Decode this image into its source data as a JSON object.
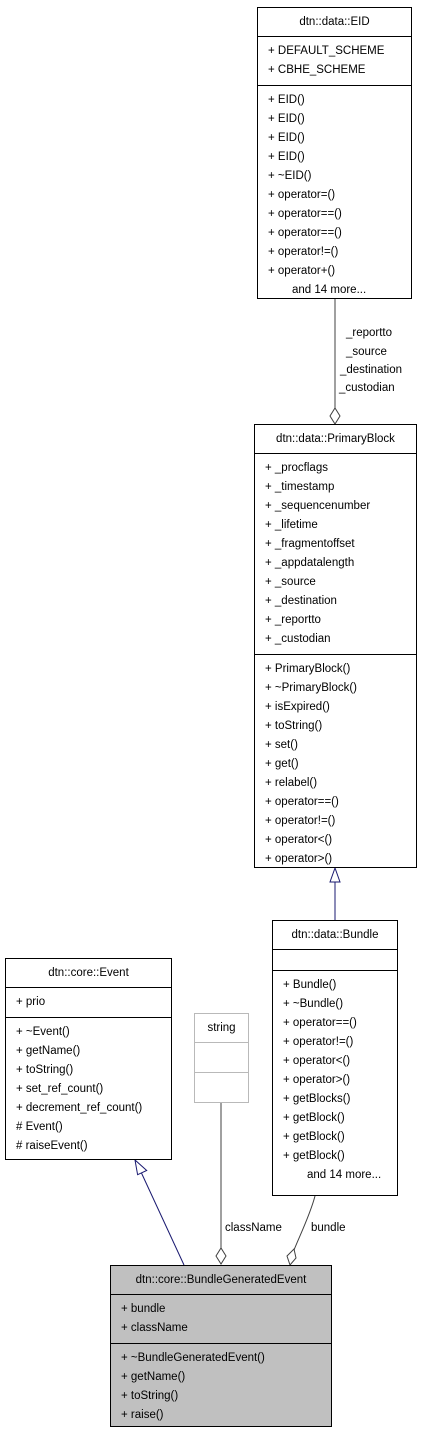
{
  "diagram": {
    "classes": {
      "eid": {
        "title": "dtn::data::EID",
        "attributes": [
          "+ DEFAULT_SCHEME",
          "+ CBHE_SCHEME"
        ],
        "methods": [
          "+ EID()",
          "+ EID()",
          "+ EID()",
          "+ EID()",
          "+ ~EID()",
          "+ operator=()",
          "+ operator==()",
          "+ operator==()",
          "+ operator!=()",
          "+ operator+()"
        ],
        "more": "and 14 more..."
      },
      "primaryblock": {
        "title": "dtn::data::PrimaryBlock",
        "attributes": [
          "+ _procflags",
          "+ _timestamp",
          "+ _sequencenumber",
          "+ _lifetime",
          "+ _fragmentoffset",
          "+ _appdatalength",
          "+ _source",
          "+ _destination",
          "+ _reportto",
          "+ _custodian"
        ],
        "methods": [
          "+ PrimaryBlock()",
          "+ ~PrimaryBlock()",
          "+ isExpired()",
          "+ toString()",
          "+ set()",
          "+ get()",
          "+ relabel()",
          "+ operator==()",
          "+ operator!=()",
          "+ operator<()",
          "+ operator>()"
        ]
      },
      "bundle": {
        "title": "dtn::data::Bundle",
        "methods": [
          "+ Bundle()",
          "+ ~Bundle()",
          "+ operator==()",
          "+ operator!=()",
          "+ operator<()",
          "+ operator>()",
          "+ getBlocks()",
          "+ getBlock()",
          "+ getBlock()",
          "+ getBlock()"
        ],
        "more": "and 14 more..."
      },
      "event": {
        "title": "dtn::core::Event",
        "attributes": [
          "+ prio"
        ],
        "methods": [
          "+ ~Event()",
          "+ getName()",
          "+ toString()",
          "+ set_ref_count()",
          "+ decrement_ref_count()",
          "# Event()",
          "# raiseEvent()"
        ]
      },
      "string": {
        "title": "string"
      },
      "bge": {
        "title": "dtn::core::BundleGeneratedEvent",
        "attributes": [
          "+ bundle",
          "+ className"
        ],
        "methods": [
          "+ ~BundleGeneratedEvent()",
          "+ getName()",
          "+ toString()",
          "+ raise()"
        ]
      }
    },
    "edge_labels": {
      "eid_to_primaryblock": [
        "_reportto",
        "_source",
        "_destination",
        "_custodian"
      ],
      "string_to_bge": "className",
      "bundle_to_bge": "bundle"
    },
    "colors": {
      "inheritance": "#191970",
      "association": "#404040",
      "highlight_fill": "#c0c0c0",
      "external_border": "#b9b9b9"
    }
  }
}
